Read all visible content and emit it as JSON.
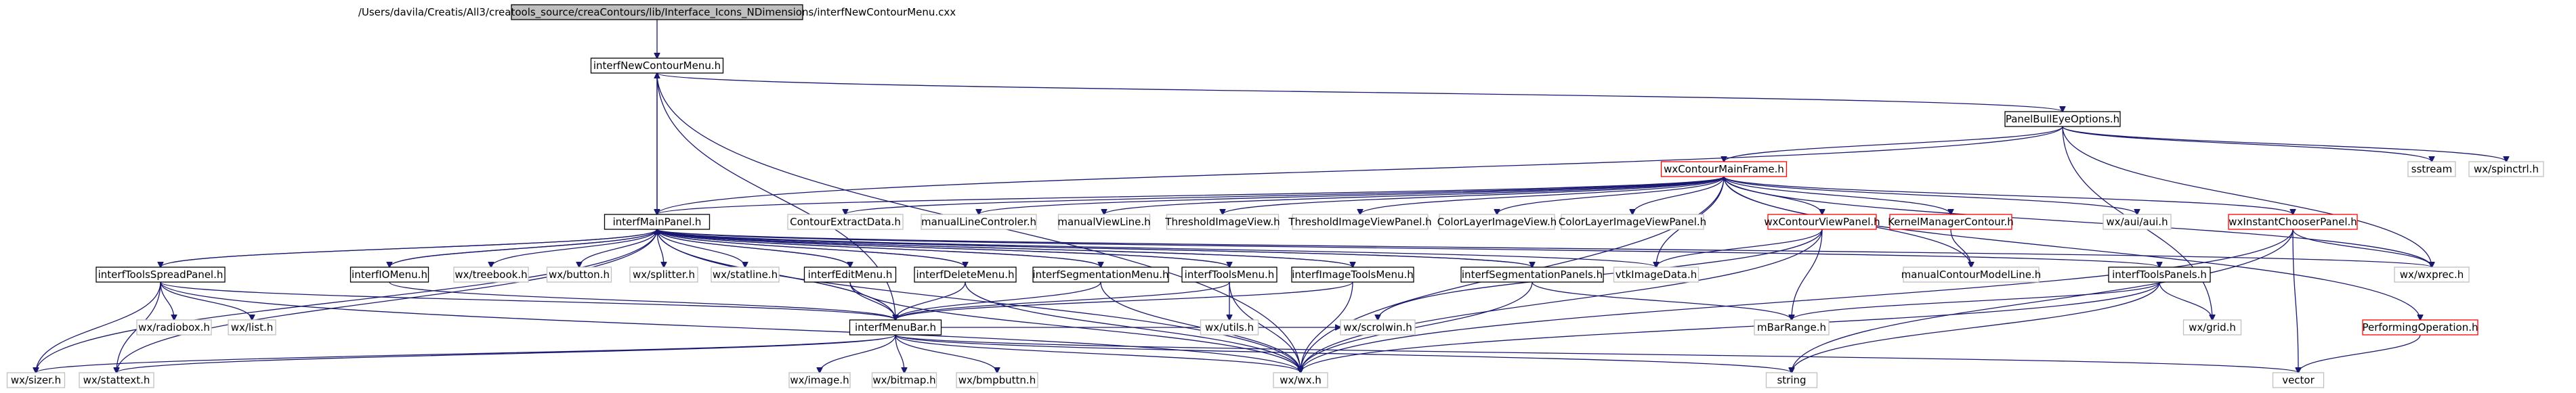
{
  "colors": {
    "edge": "#191970",
    "root_fill": "#bfbfbf",
    "root_border": "#000000",
    "documented_border": "#000000",
    "external_border": "#bfbfbf",
    "undocumented_border": "#ff0000",
    "text": "#000000"
  },
  "nodes": [
    {
      "id": "root",
      "label": "/Users/davila/Creatis/All3/creatools_source/creaContours/lib/Interface_Icons_NDimensions/interfNewContourMenu.cxx",
      "kind": "root"
    },
    {
      "id": "interfNewContourMenu",
      "label": "interfNewContourMenu.h",
      "kind": "documented"
    },
    {
      "id": "PanelBullEyeOptions",
      "label": "PanelBullEyeOptions.h",
      "kind": "documented"
    },
    {
      "id": "sstream",
      "label": "sstream",
      "kind": "external"
    },
    {
      "id": "wxspinctrl",
      "label": "wx/spinctrl.h",
      "kind": "external"
    },
    {
      "id": "wxContourMainFrame",
      "label": "wxContourMainFrame.h",
      "kind": "undocumented"
    },
    {
      "id": "interfMainPanel",
      "label": "interfMainPanel.h",
      "kind": "documented"
    },
    {
      "id": "ContourExtractData",
      "label": "ContourExtractData.h",
      "kind": "external"
    },
    {
      "id": "manualLineControler",
      "label": "manualLineControler.h",
      "kind": "external"
    },
    {
      "id": "manualViewLine",
      "label": "manualViewLine.h",
      "kind": "external"
    },
    {
      "id": "ThresholdImageView",
      "label": "ThresholdImageView.h",
      "kind": "external"
    },
    {
      "id": "ThresholdImageViewPanel",
      "label": "ThresholdImageViewPanel.h",
      "kind": "external"
    },
    {
      "id": "ColorLayerImageView",
      "label": "ColorLayerImageView.h",
      "kind": "external"
    },
    {
      "id": "ColorLayerImageViewPanel",
      "label": "ColorLayerImageViewPanel.h",
      "kind": "external"
    },
    {
      "id": "wxContourViewPanel",
      "label": "wxContourViewPanel.h",
      "kind": "undocumented"
    },
    {
      "id": "KernelManagerContour",
      "label": "KernelManagerContour.h",
      "kind": "undocumented"
    },
    {
      "id": "wxauiaui",
      "label": "wx/aui/aui.h",
      "kind": "external"
    },
    {
      "id": "wxInstantChooserPanel",
      "label": "wxInstantChooserPanel.h",
      "kind": "undocumented"
    },
    {
      "id": "interfToolsSpreadPanel",
      "label": "interfToolsSpreadPanel.h",
      "kind": "documented"
    },
    {
      "id": "interfIOMenu",
      "label": "interfIOMenu.h",
      "kind": "documented"
    },
    {
      "id": "wxtreebook",
      "label": "wx/treebook.h",
      "kind": "external"
    },
    {
      "id": "wxbutton",
      "label": "wx/button.h",
      "kind": "external"
    },
    {
      "id": "wxsplitter",
      "label": "wx/splitter.h",
      "kind": "external"
    },
    {
      "id": "wxstatline",
      "label": "wx/statline.h",
      "kind": "external"
    },
    {
      "id": "interfEditMenu",
      "label": "interfEditMenu.h",
      "kind": "documented"
    },
    {
      "id": "interfDeleteMenu",
      "label": "interfDeleteMenu.h",
      "kind": "documented"
    },
    {
      "id": "interfSegmentationMenu",
      "label": "interfSegmentationMenu.h",
      "kind": "documented"
    },
    {
      "id": "interfToolsMenu",
      "label": "interfToolsMenu.h",
      "kind": "documented"
    },
    {
      "id": "interfImageToolsMenu",
      "label": "interfImageToolsMenu.h",
      "kind": "documented"
    },
    {
      "id": "interfSegmentationPanels",
      "label": "interfSegmentationPanels.h",
      "kind": "documented"
    },
    {
      "id": "vtkImageData",
      "label": "vtkImageData.h",
      "kind": "external"
    },
    {
      "id": "manualContourModelLine",
      "label": "manualContourModelLine.h",
      "kind": "external"
    },
    {
      "id": "interfToolsPanels",
      "label": "interfToolsPanels.h",
      "kind": "documented"
    },
    {
      "id": "wxwxprec",
      "label": "wx/wxprec.h",
      "kind": "external"
    },
    {
      "id": "PerformingOperation",
      "label": "PerformingOperation.h",
      "kind": "undocumented"
    },
    {
      "id": "wxradiobox",
      "label": "wx/radiobox.h",
      "kind": "external"
    },
    {
      "id": "wxlist",
      "label": "wx/list.h",
      "kind": "external"
    },
    {
      "id": "interfMenuBar",
      "label": "interfMenuBar.h",
      "kind": "documented"
    },
    {
      "id": "wxutils",
      "label": "wx/utils.h",
      "kind": "external"
    },
    {
      "id": "wxscrolwin",
      "label": "wx/scrolwin.h",
      "kind": "external"
    },
    {
      "id": "mBarRange",
      "label": "mBarRange.h",
      "kind": "external"
    },
    {
      "id": "wxgrid",
      "label": "wx/grid.h",
      "kind": "external"
    },
    {
      "id": "wxsizer",
      "label": "wx/sizer.h",
      "kind": "external"
    },
    {
      "id": "wxstattext",
      "label": "wx/stattext.h",
      "kind": "external"
    },
    {
      "id": "wximage",
      "label": "wx/image.h",
      "kind": "external"
    },
    {
      "id": "wxbitmap",
      "label": "wx/bitmap.h",
      "kind": "external"
    },
    {
      "id": "wxbmpbuttn",
      "label": "wx/bmpbuttn.h",
      "kind": "external"
    },
    {
      "id": "wxwx",
      "label": "wx/wx.h",
      "kind": "external"
    },
    {
      "id": "string",
      "label": "string",
      "kind": "external"
    },
    {
      "id": "vector",
      "label": "vector",
      "kind": "external"
    }
  ],
  "edges": [
    [
      "root",
      "interfNewContourMenu"
    ],
    [
      "interfNewContourMenu",
      "PanelBullEyeOptions"
    ],
    [
      "interfNewContourMenu",
      "interfMainPanel"
    ],
    [
      "interfNewContourMenu",
      "interfMenuBar"
    ],
    [
      "interfNewContourMenu",
      "wxwx"
    ],
    [
      "interfMainPanel",
      "interfNewContourMenu"
    ],
    [
      "PanelBullEyeOptions",
      "sstream"
    ],
    [
      "PanelBullEyeOptions",
      "wxspinctrl"
    ],
    [
      "PanelBullEyeOptions",
      "wxContourMainFrame"
    ],
    [
      "PanelBullEyeOptions",
      "wxwxprec"
    ],
    [
      "PanelBullEyeOptions",
      "wxgrid"
    ],
    [
      "PanelBullEyeOptions",
      "interfMainPanel"
    ],
    [
      "wxContourMainFrame",
      "interfMainPanel"
    ],
    [
      "wxContourMainFrame",
      "ContourExtractData"
    ],
    [
      "wxContourMainFrame",
      "manualLineControler"
    ],
    [
      "wxContourMainFrame",
      "manualViewLine"
    ],
    [
      "wxContourMainFrame",
      "ThresholdImageView"
    ],
    [
      "wxContourMainFrame",
      "ThresholdImageViewPanel"
    ],
    [
      "wxContourMainFrame",
      "ColorLayerImageView"
    ],
    [
      "wxContourMainFrame",
      "ColorLayerImageViewPanel"
    ],
    [
      "wxContourMainFrame",
      "wxContourViewPanel"
    ],
    [
      "wxContourMainFrame",
      "KernelManagerContour"
    ],
    [
      "wxContourMainFrame",
      "wxauiaui"
    ],
    [
      "wxContourMainFrame",
      "wxInstantChooserPanel"
    ],
    [
      "wxContourMainFrame",
      "wxwxprec"
    ],
    [
      "wxContourMainFrame",
      "PerformingOperation"
    ],
    [
      "wxContourMainFrame",
      "manualContourModelLine"
    ],
    [
      "wxContourMainFrame",
      "vtkImageData"
    ],
    [
      "wxContourMainFrame",
      "wxwx"
    ],
    [
      "interfMainPanel",
      "interfToolsSpreadPanel"
    ],
    [
      "interfMainPanel",
      "interfIOMenu"
    ],
    [
      "interfMainPanel",
      "wxtreebook"
    ],
    [
      "interfMainPanel",
      "wxbutton"
    ],
    [
      "interfMainPanel",
      "wxsplitter"
    ],
    [
      "interfMainPanel",
      "wxstatline"
    ],
    [
      "interfMainPanel",
      "interfEditMenu"
    ],
    [
      "interfMainPanel",
      "interfDeleteMenu"
    ],
    [
      "interfMainPanel",
      "interfSegmentationMenu"
    ],
    [
      "interfMainPanel",
      "interfToolsMenu"
    ],
    [
      "interfMainPanel",
      "interfImageToolsMenu"
    ],
    [
      "interfMainPanel",
      "interfSegmentationPanels"
    ],
    [
      "interfMainPanel",
      "vtkImageData"
    ],
    [
      "interfMainPanel",
      "interfToolsPanels"
    ],
    [
      "interfMainPanel",
      "wxsizer"
    ],
    [
      "interfMainPanel",
      "wxstattext"
    ],
    [
      "interfMainPanel",
      "interfMenuBar"
    ],
    [
      "interfMainPanel",
      "wxwx"
    ],
    [
      "interfMainPanel",
      "wxwxprec"
    ],
    [
      "interfToolsSpreadPanel",
      "wxradiobox"
    ],
    [
      "interfToolsSpreadPanel",
      "wxlist"
    ],
    [
      "interfToolsSpreadPanel",
      "interfMenuBar"
    ],
    [
      "interfToolsSpreadPanel",
      "wxsizer"
    ],
    [
      "interfToolsSpreadPanel",
      "wxstattext"
    ],
    [
      "interfToolsSpreadPanel",
      "wxwx"
    ],
    [
      "interfToolsSpreadPanel",
      "interfMainPanel"
    ],
    [
      "interfIOMenu",
      "interfMenuBar"
    ],
    [
      "interfIOMenu",
      "interfMainPanel"
    ],
    [
      "interfEditMenu",
      "interfMenuBar"
    ],
    [
      "interfEditMenu",
      "interfMainPanel"
    ],
    [
      "interfEditMenu",
      "wxwx"
    ],
    [
      "interfDeleteMenu",
      "interfMenuBar"
    ],
    [
      "interfDeleteMenu",
      "interfMainPanel"
    ],
    [
      "interfDeleteMenu",
      "wxwx"
    ],
    [
      "interfSegmentationMenu",
      "interfMenuBar"
    ],
    [
      "interfSegmentationMenu",
      "interfMainPanel"
    ],
    [
      "interfSegmentationMenu",
      "wxwx"
    ],
    [
      "interfToolsMenu",
      "interfMenuBar"
    ],
    [
      "interfToolsMenu",
      "wxutils"
    ],
    [
      "interfToolsMenu",
      "wxwx"
    ],
    [
      "interfToolsMenu",
      "interfMainPanel"
    ],
    [
      "interfImageToolsMenu",
      "interfMenuBar"
    ],
    [
      "interfImageToolsMenu",
      "wxwx"
    ],
    [
      "interfImageToolsMenu",
      "interfMainPanel"
    ],
    [
      "interfSegmentationPanels",
      "wxwx"
    ],
    [
      "interfSegmentationPanels",
      "interfMainPanel"
    ],
    [
      "interfSegmentationPanels",
      "mBarRange"
    ],
    [
      "wxContourViewPanel",
      "vtkImageData"
    ],
    [
      "wxContourViewPanel",
      "mBarRange"
    ],
    [
      "wxContourViewPanel",
      "wxscrolwin"
    ],
    [
      "wxContourViewPanel",
      "wxwx"
    ],
    [
      "KernelManagerContour",
      "manualContourModelLine"
    ],
    [
      "wxInstantChooserPanel",
      "wxwxprec"
    ],
    [
      "wxInstantChooserPanel",
      "string"
    ],
    [
      "wxInstantChooserPanel",
      "vector"
    ],
    [
      "wxInstantChooserPanel",
      "wxwx"
    ],
    [
      "interfToolsPanels",
      "mBarRange"
    ],
    [
      "interfToolsPanels",
      "wxgrid"
    ],
    [
      "interfToolsPanels",
      "string"
    ],
    [
      "interfToolsPanels",
      "wxwx"
    ],
    [
      "PerformingOperation",
      "vector"
    ],
    [
      "interfMenuBar",
      "wximage"
    ],
    [
      "interfMenuBar",
      "wxbitmap"
    ],
    [
      "interfMenuBar",
      "wxbmpbuttn"
    ],
    [
      "interfMenuBar",
      "wxwx"
    ],
    [
      "interfMenuBar",
      "wxsizer"
    ],
    [
      "interfMenuBar",
      "wxstattext"
    ],
    [
      "interfMenuBar",
      "wxscrolwin"
    ],
    [
      "interfMenuBar",
      "string"
    ],
    [
      "interfMenuBar",
      "vector"
    ],
    [
      "interfMenuBar",
      "interfMainPanel"
    ]
  ]
}
